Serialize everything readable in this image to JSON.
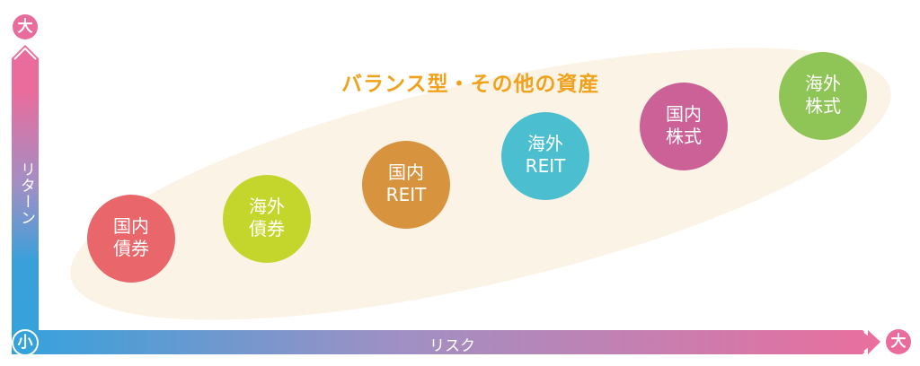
{
  "axes": {
    "y_label": "リターン",
    "x_label": "リスク",
    "y_top": "大",
    "x_right": "大",
    "origin": "小"
  },
  "group_label": "バランス型・その他の資産",
  "assets": [
    {
      "line1": "国内",
      "line2": "債券",
      "color": "#e9666a"
    },
    {
      "line1": "海外",
      "line2": "債券",
      "color": "#c4d52b"
    },
    {
      "line1": "国内",
      "line2": "REIT",
      "color": "#d8933f"
    },
    {
      "line1": "海外",
      "line2": "REIT",
      "color": "#4bbfcf"
    },
    {
      "line1": "国内",
      "line2": "株式",
      "color": "#cc6197"
    },
    {
      "line1": "海外",
      "line2": "株式",
      "color": "#8fc556"
    }
  ]
}
